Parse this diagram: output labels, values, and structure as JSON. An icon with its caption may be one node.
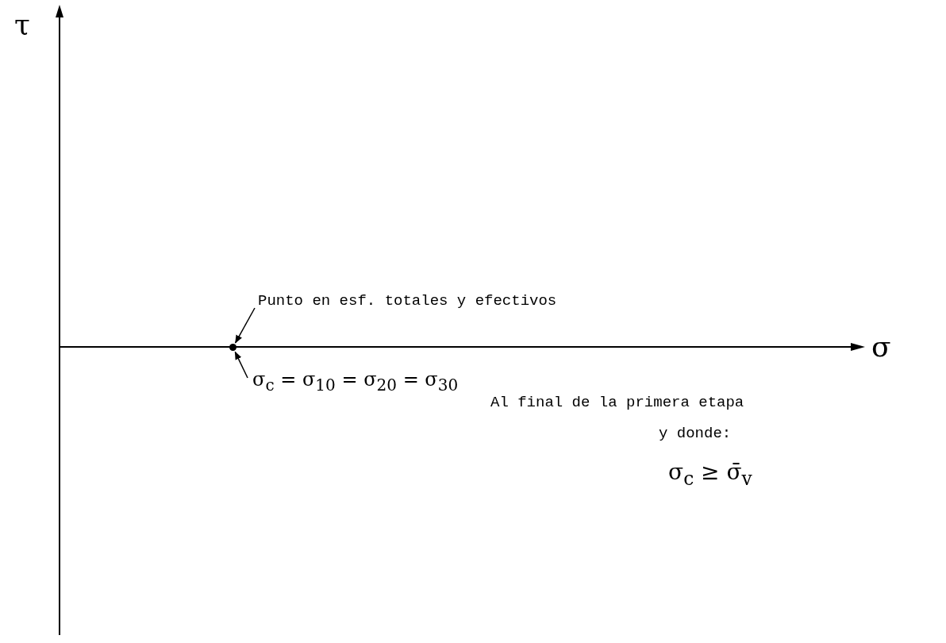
{
  "diagram": {
    "nodes": [
      {
        "text": [
          "Punto en esf. totales y efectivos"
        ]
      },
      {
        "text": [],
        "shape": "circle"
      },
      {
        "text": [
          "σ$_{c}$ = σ$_{10}$ = σ$_{20}$ = σ$_{30}$"
        ]
      }
    ],
    "edges": [
      {
        "from": 0,
        "to": 1,
        "arrow": "to"
      },
      {
        "from": 2,
        "to": 1,
        "arrow": "to"
      }
    ],
    "labels": [
      "τ",
      "σ",
      "Al final de la primera etapa",
      "y donde:",
      "σ$_{c}$ ≥ σ̄$_{v}$"
    ]
  }
}
